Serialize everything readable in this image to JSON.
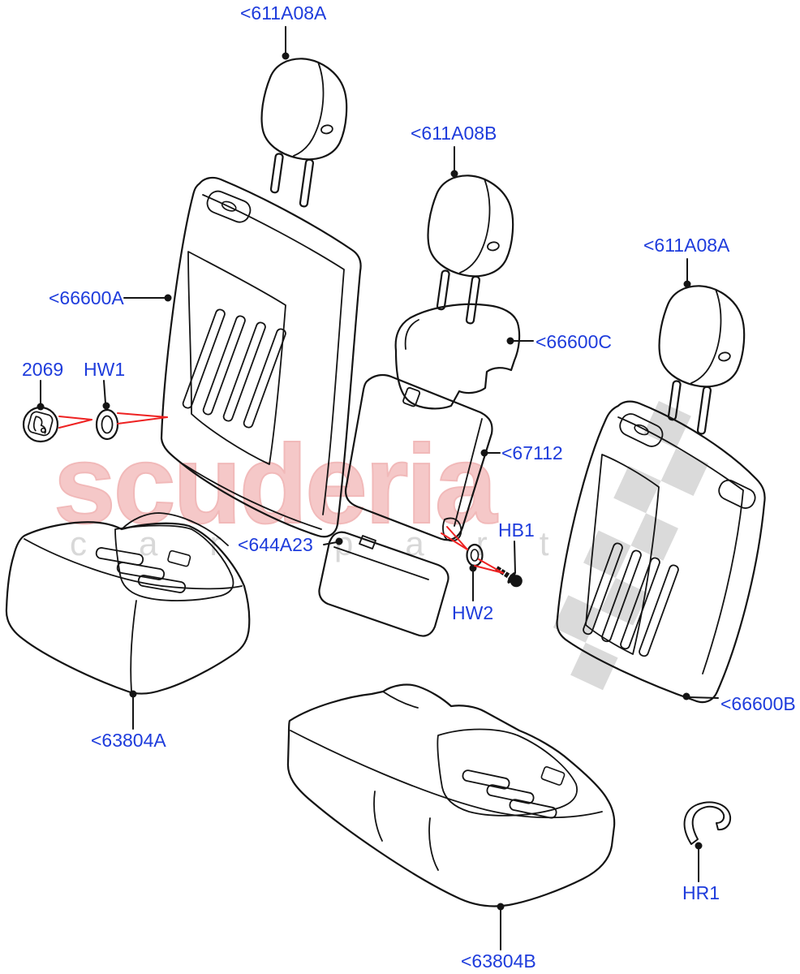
{
  "page": {
    "background": "#ffffff",
    "type": "parts-exploded-diagram",
    "subject": "rear seat covers"
  },
  "watermark": {
    "title": "scuderia",
    "subtitle": "car parts",
    "title_color": "#f5c8c8",
    "subtitle_color": "#d8d8d8",
    "checker_color": "#dadada"
  },
  "colors": {
    "label_blue": "#1e3cdc",
    "line_black": "#141414",
    "pointer_red": "#ee2222"
  },
  "labels": [
    {
      "id": "611A08A-top",
      "text": "<611A08A"
    },
    {
      "id": "611A08B",
      "text": "<611A08B"
    },
    {
      "id": "611A08A-right",
      "text": "<611A08A"
    },
    {
      "id": "66600A",
      "text": "<66600A"
    },
    {
      "id": "2069",
      "text": "2069"
    },
    {
      "id": "HW1",
      "text": "HW1"
    },
    {
      "id": "66600C",
      "text": "<66600C"
    },
    {
      "id": "67112",
      "text": "<67112"
    },
    {
      "id": "644A23",
      "text": "<644A23"
    },
    {
      "id": "HB1",
      "text": "HB1"
    },
    {
      "id": "HW2",
      "text": "HW2"
    },
    {
      "id": "66600B",
      "text": "<66600B"
    },
    {
      "id": "63804A",
      "text": "<63804A"
    },
    {
      "id": "63804B",
      "text": "<63804B"
    },
    {
      "id": "HR1",
      "text": "HR1"
    }
  ]
}
